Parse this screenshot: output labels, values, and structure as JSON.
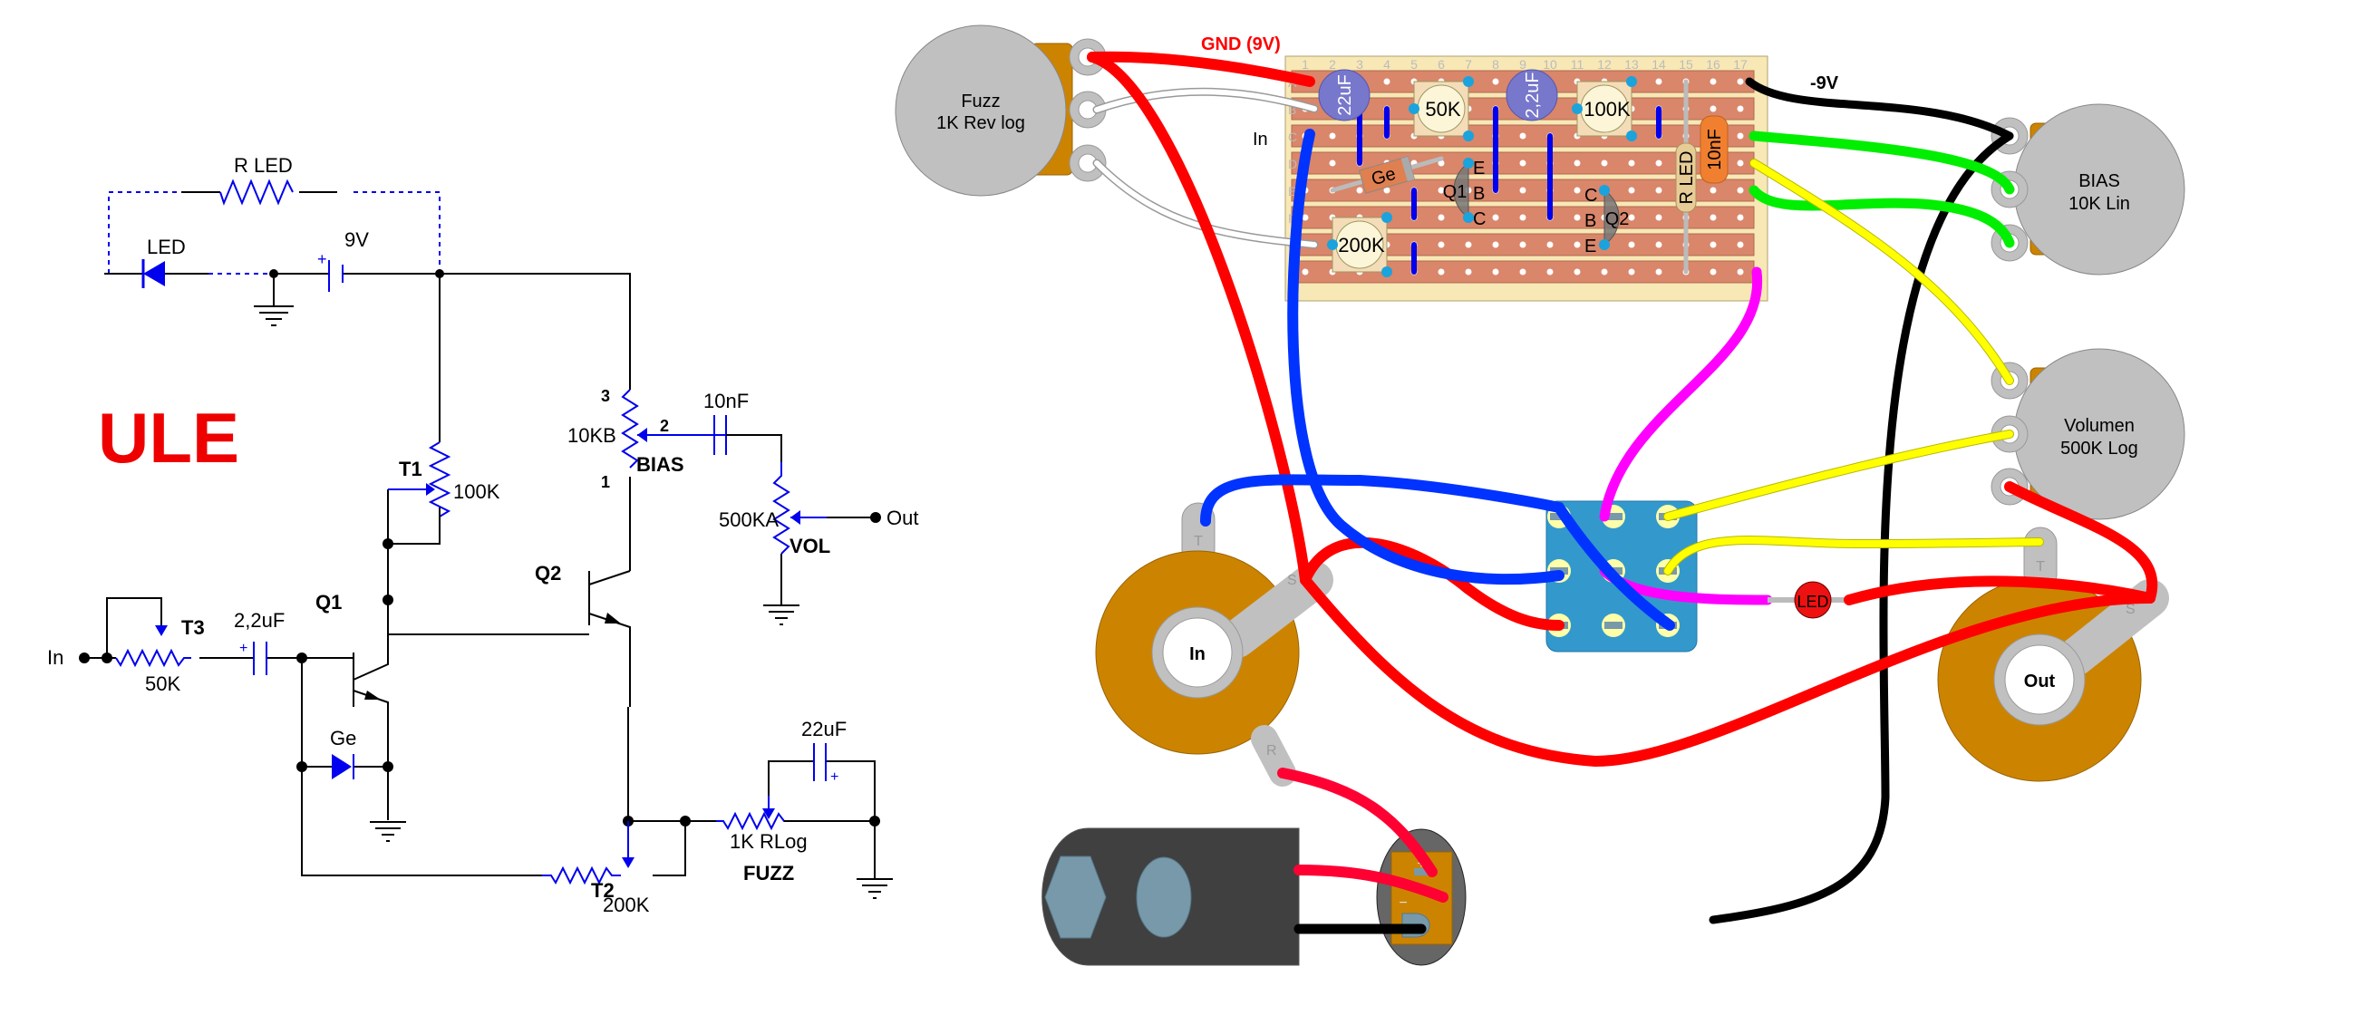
{
  "title": "ULE",
  "colors": {
    "title": "#ee0000",
    "wire_red": "#ff0000",
    "wire_crimson": "#ff0033",
    "wire_blue": "#0033ff",
    "wire_black": "#000000",
    "wire_green": "#00ee00",
    "wire_yellow": "#ffff00",
    "wire_magenta": "#ff00ff",
    "wire_white": "#ffffff",
    "pot_body": "#c0c0c0",
    "pot_back": "#cc8400",
    "jack_body": "#cc8400",
    "board": "#f7e8b5",
    "strip": "#d9866a",
    "switch_body": "#3399cc",
    "component_blue": "#0000ee"
  },
  "schematic": {
    "labels": {
      "r_led": "R LED",
      "led": "LED",
      "battery": "9V",
      "t1": "T1",
      "t1_value": "100K",
      "bias_value": "10KB",
      "bias_name": "BIAS",
      "pin3": "3",
      "pin2": "2",
      "pin1": "1",
      "cap_10nf": "10nF",
      "vol_value": "500KA",
      "vol_name": "VOL",
      "out": "Out",
      "q1": "Q1",
      "q2": "Q2",
      "t3": "T3",
      "t3_value": "50K",
      "cap_2u2": "2,2uF",
      "in": "In",
      "diode": "Ge",
      "cap_22u": "22uF",
      "t2": "T2",
      "t2_value": "200K",
      "fuzz_value": "1K RLog",
      "fuzz_name": "FUZZ",
      "plus": "+"
    }
  },
  "layout": {
    "labels": {
      "gnd_9v": "GND (9V)",
      "minus_9v": "-9V",
      "in": "In"
    },
    "pots": [
      {
        "id": "fuzz",
        "name": "Fuzz",
        "value": "1K Rev log"
      },
      {
        "id": "bias",
        "name": "BIAS",
        "value": "10K Lin"
      },
      {
        "id": "volume",
        "name": "Volumen",
        "value": "500K Log"
      }
    ],
    "jacks": [
      {
        "id": "in",
        "label": "In",
        "lugs": [
          "T",
          "S",
          "R"
        ]
      },
      {
        "id": "out",
        "label": "Out",
        "lugs": [
          "T",
          "S"
        ]
      }
    ],
    "stripboard": {
      "columns": [
        "1",
        "2",
        "3",
        "4",
        "5",
        "6",
        "7",
        "8",
        "9",
        "10",
        "11",
        "12",
        "13",
        "14",
        "15",
        "16",
        "17"
      ],
      "rows": [
        "A",
        "B",
        "C",
        "D",
        "E",
        "F",
        "G",
        "H"
      ],
      "components": {
        "c22u": "22uF",
        "c2u2": "2,2uF",
        "t3": "50K",
        "t1": "100K",
        "t2": "200K",
        "diode": "Ge",
        "q1": "Q1",
        "q2": "Q2",
        "r_led": "R LED",
        "c10n": "10nF",
        "pin_e": "E",
        "pin_b": "B",
        "pin_c": "C"
      }
    },
    "led": "LED",
    "dc_jack": {
      "plus": "+",
      "minus": "−"
    }
  }
}
